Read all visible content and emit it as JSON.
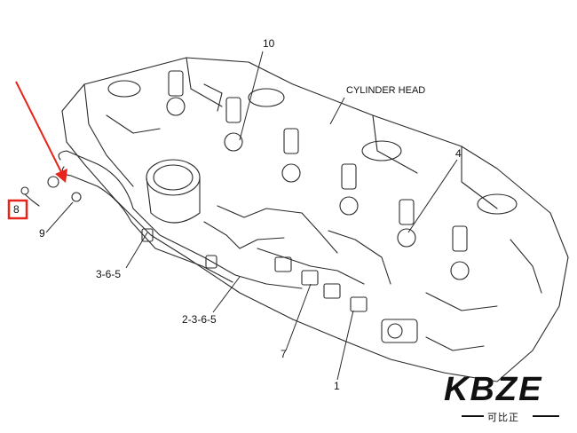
{
  "labels": {
    "cylinder_head": "CYLINDER HEAD",
    "n10": "10",
    "n4": "4",
    "n8": "8",
    "n9": "9",
    "n365": "3-6-5",
    "n2365": "2-3-6-5",
    "n7": "7",
    "n1": "1"
  },
  "logo": {
    "brand": "KBZE",
    "sub": "可比正"
  },
  "colors": {
    "line": "#2a2a2a",
    "arrow": "#e8251c",
    "highlight": "#e8251c"
  }
}
